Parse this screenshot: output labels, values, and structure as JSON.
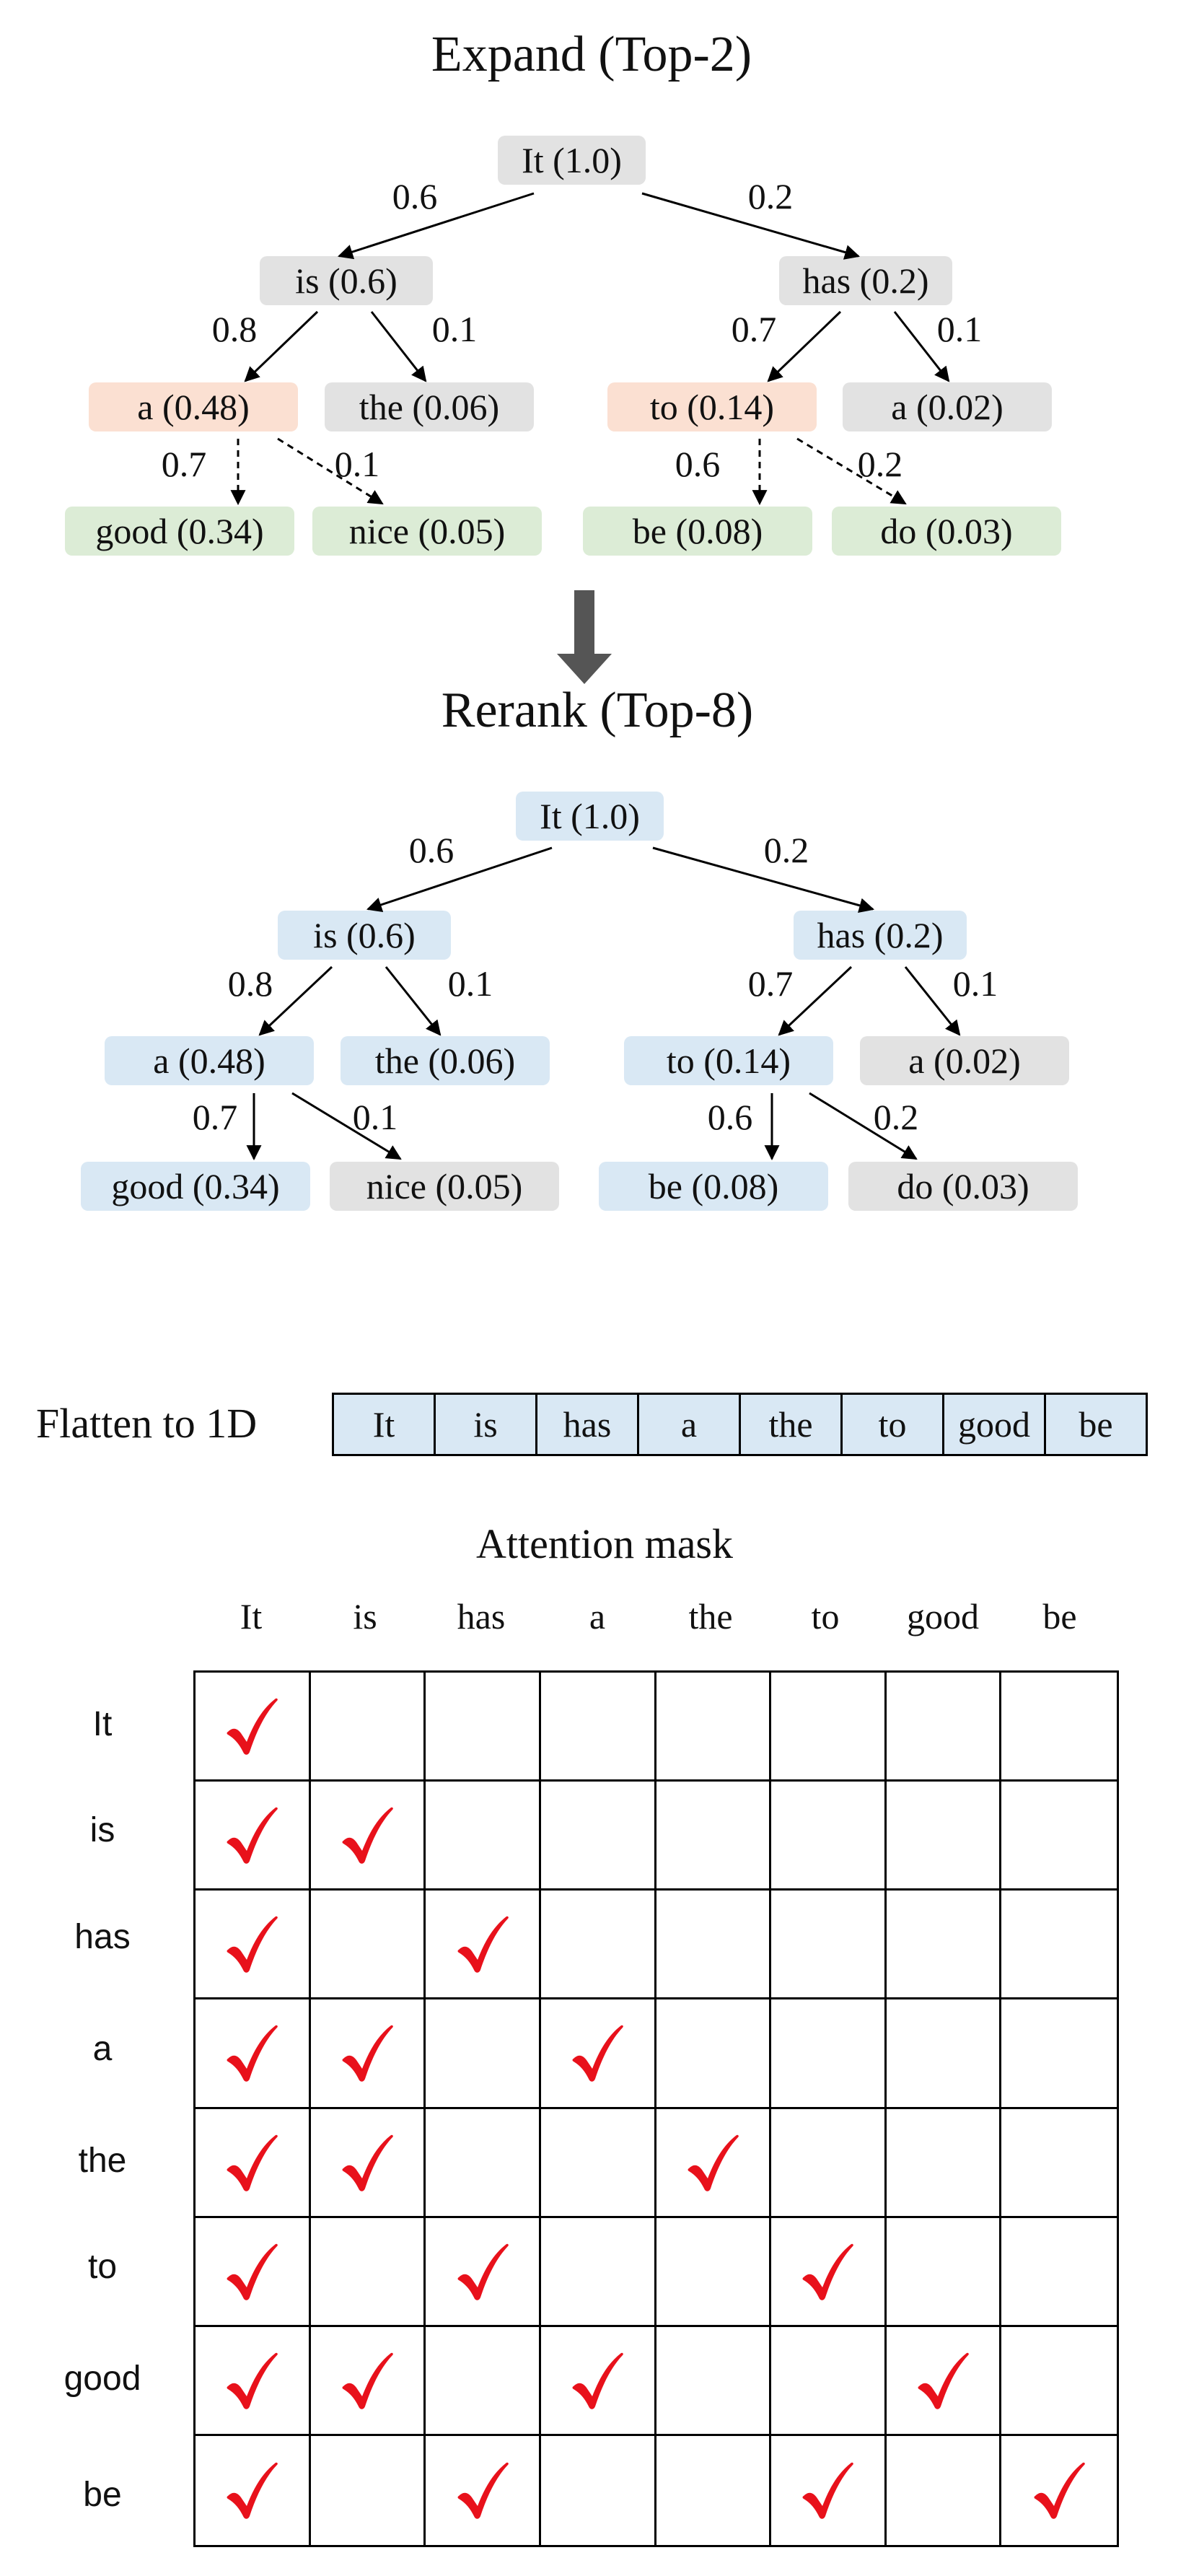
{
  "expand": {
    "title": "Expand (Top-2)",
    "nodes": {
      "root": "It (1.0)",
      "is": "is (0.6)",
      "has": "has (0.2)",
      "a_left": "a (0.48)",
      "the": "the (0.06)",
      "to": "to (0.14)",
      "a_right": "a (0.02)",
      "good": "good (0.34)",
      "nice": "nice (0.05)",
      "be": "be (0.08)",
      "do": "do (0.03)"
    },
    "edges": {
      "root_is": "0.6",
      "root_has": "0.2",
      "is_a": "0.8",
      "is_the": "0.1",
      "has_to": "0.7",
      "has_a": "0.1",
      "a_good": "0.7",
      "a_nice": "0.1",
      "to_be": "0.6",
      "to_do": "0.2"
    }
  },
  "rerank": {
    "title": "Rerank (Top-8)",
    "nodes": {
      "root": "It (1.0)",
      "is": "is (0.6)",
      "has": "has (0.2)",
      "a_left": "a (0.48)",
      "the": "the (0.06)",
      "to": "to (0.14)",
      "a_right": "a (0.02)",
      "good": "good (0.34)",
      "nice": "nice (0.05)",
      "be": "be (0.08)",
      "do": "do (0.03)"
    },
    "edges": {
      "root_is": "0.6",
      "root_has": "0.2",
      "is_a": "0.8",
      "is_the": "0.1",
      "has_to": "0.7",
      "has_a": "0.1",
      "a_good": "0.7",
      "a_nice": "0.1",
      "to_be": "0.6",
      "to_do": "0.2"
    }
  },
  "flatten": {
    "label": "Flatten to 1D",
    "tokens": [
      "It",
      "is",
      "has",
      "a",
      "the",
      "to",
      "good",
      "be"
    ]
  },
  "mask": {
    "title": "Attention mask",
    "columns": [
      "It",
      "is",
      "has",
      "a",
      "the",
      "to",
      "good",
      "be"
    ],
    "rows": [
      "It",
      "is",
      "has",
      "a",
      "the",
      "to",
      "good",
      "be"
    ],
    "matrix": [
      [
        1,
        0,
        0,
        0,
        0,
        0,
        0,
        0
      ],
      [
        1,
        1,
        0,
        0,
        0,
        0,
        0,
        0
      ],
      [
        1,
        0,
        1,
        0,
        0,
        0,
        0,
        0
      ],
      [
        1,
        1,
        0,
        1,
        0,
        0,
        0,
        0
      ],
      [
        1,
        1,
        0,
        0,
        1,
        0,
        0,
        0
      ],
      [
        1,
        0,
        1,
        0,
        0,
        1,
        0,
        0
      ],
      [
        1,
        1,
        0,
        1,
        0,
        0,
        1,
        0
      ],
      [
        1,
        0,
        1,
        0,
        0,
        1,
        0,
        1
      ]
    ]
  },
  "colors": {
    "grey": "#e2e2e2",
    "orange": "#fbe0d2",
    "green": "#dcecd6",
    "blue": "#d9e8f4",
    "check": "#e8111b",
    "arrow": "#555555"
  }
}
